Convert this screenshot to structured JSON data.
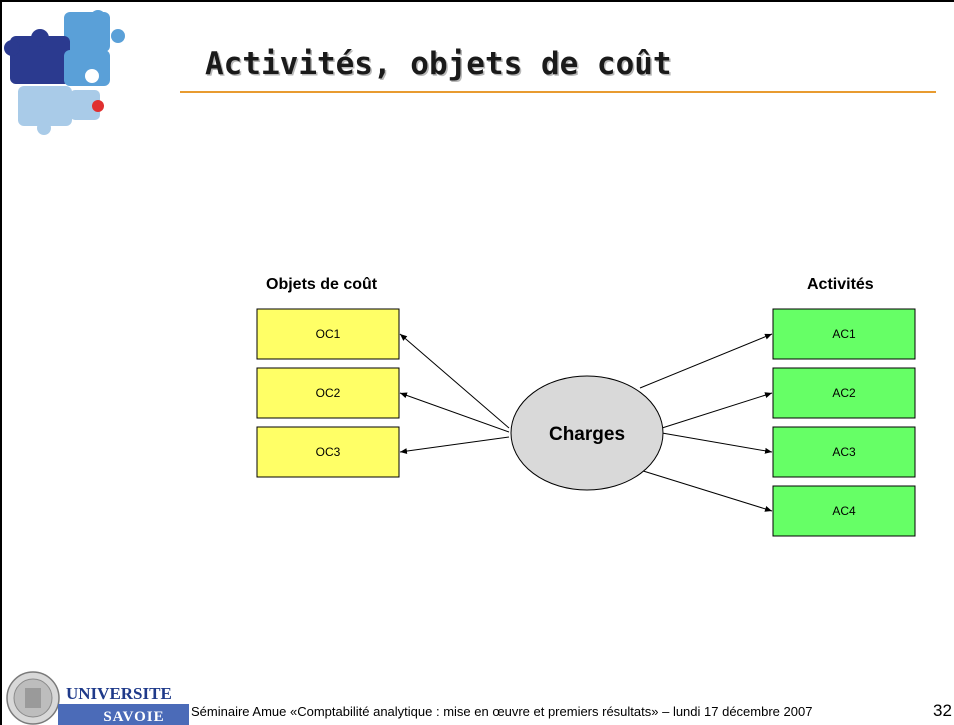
{
  "title": "Activités, objets de coût",
  "diagram": {
    "left_header": "Objets de coût",
    "right_header": "Activités",
    "center_label": "Charges",
    "cost_objects": [
      "OC1",
      "OC2",
      "OC3"
    ],
    "activities": [
      "AC1",
      "AC2",
      "AC3",
      "AC4"
    ],
    "colors": {
      "cost_object_fill": "#ffff66",
      "activity_fill": "#66ff66",
      "charges_fill": "#d9d9d9"
    }
  },
  "footer": {
    "logo_text": "UNIVERSITE",
    "logo_subtext": "SAVOIE",
    "text": "Séminaire Amue «Comptabilité analytique : mise en œuvre et premiers résultats» – lundi 17 décembre 2007",
    "page_number": "32"
  },
  "colors": {
    "title_rule": "#e89b30",
    "puzzle_dark_blue": "#2b3a8f",
    "puzzle_light_blue": "#5aa0d8",
    "puzzle_pale_blue": "#a9cbe8",
    "puzzle_red": "#e03030"
  }
}
